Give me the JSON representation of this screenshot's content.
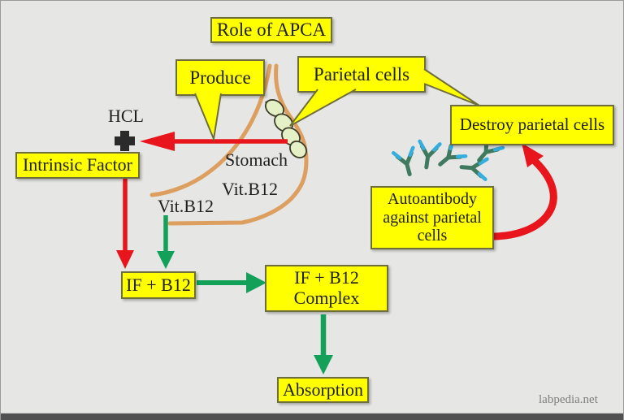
{
  "title": {
    "label": "Role of APCA"
  },
  "boxes": {
    "produce": {
      "label": "Produce"
    },
    "parietal_cells": {
      "label": "Parietal cells"
    },
    "destroy": {
      "label": "Destroy parietal cells"
    },
    "intrinsic_factor": {
      "label": "Intrinsic Factor"
    },
    "autoantibody": {
      "line1": "Autoantibody",
      "line2": "against parietal",
      "line3": "cells"
    },
    "if_b12": {
      "label": "IF + B12"
    },
    "if_b12_complex": {
      "line1": "IF + B12",
      "line2": "Complex"
    },
    "absorption": {
      "label": "Absorption"
    }
  },
  "labels": {
    "hcl": "HCL",
    "plus_sign": "+",
    "stomach": "Stomach",
    "vit_b12_upper": "Vit.B12",
    "vit_b12_lower": "Vit.B12",
    "watermark": "labpedia.net"
  },
  "icons": {
    "plus": "thick-plus-cross",
    "antibody": "y-shaped-antibody",
    "parietal_cell": "oval-green-cell",
    "stomach_outline": "orange-stomach-curves"
  },
  "colors": {
    "bg": "#e6e6e4",
    "box-fill": "#ffff00",
    "box-border": "#6e6e3c",
    "text": "#1f1f1f",
    "red": "#e8151d",
    "green": "#13a15a",
    "orange": "#dd9f5f",
    "cell-fill": "#e4f0c6",
    "cell-stroke": "#3c3c28",
    "ab-green": "#3f7a5e",
    "ab-blue": "#35aede",
    "watermark": "#7e7e7e",
    "frame-border": "#9b9b9b",
    "bottom-bar": "#515151"
  }
}
